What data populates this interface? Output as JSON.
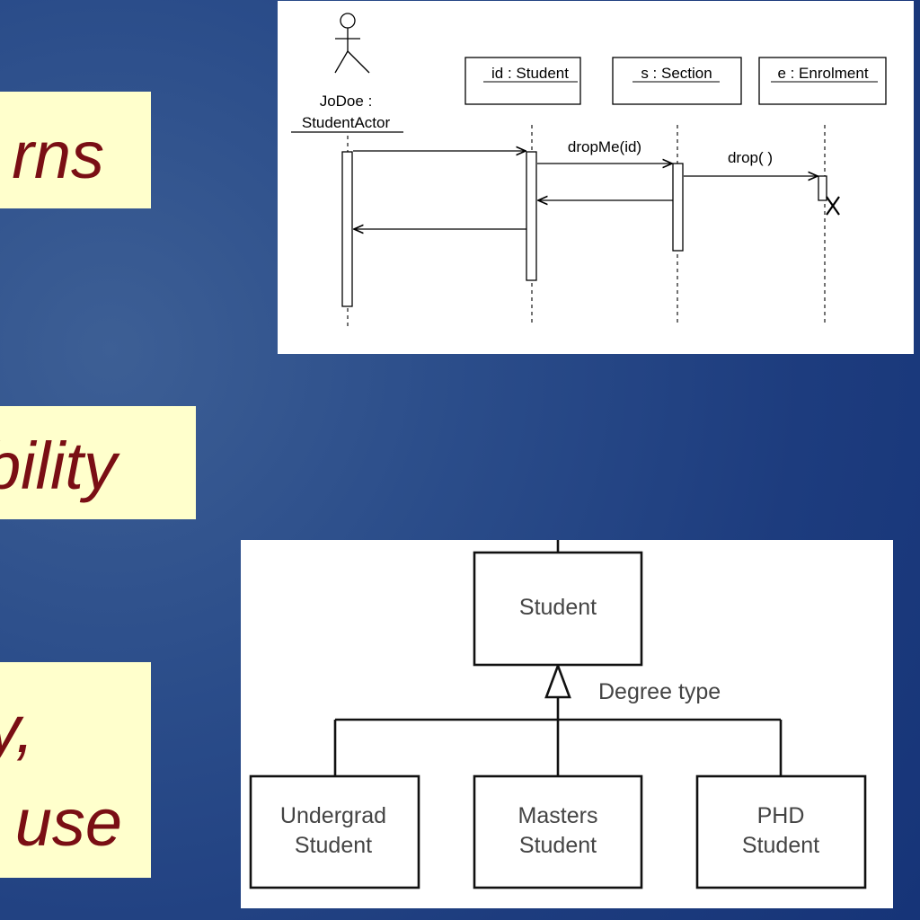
{
  "bullets": {
    "item1": "rns",
    "item2": "bility",
    "item3_line1": "y,",
    "item3_line2": "use"
  },
  "sequence_diagram": {
    "actor_name": "JoDoe :",
    "actor_class": "StudentActor",
    "objects": [
      "id : Student",
      "s : Section",
      "e : Enrolment"
    ],
    "messages": [
      "dropMe(id)",
      "drop( )"
    ]
  },
  "generalization_diagram": {
    "parent": "Student",
    "discriminator": "Degree type",
    "children": [
      {
        "line1": "Undergrad",
        "line2": "Student"
      },
      {
        "line1": "Masters",
        "line2": "Student"
      },
      {
        "line1": "PHD",
        "line2": "Student"
      }
    ]
  }
}
